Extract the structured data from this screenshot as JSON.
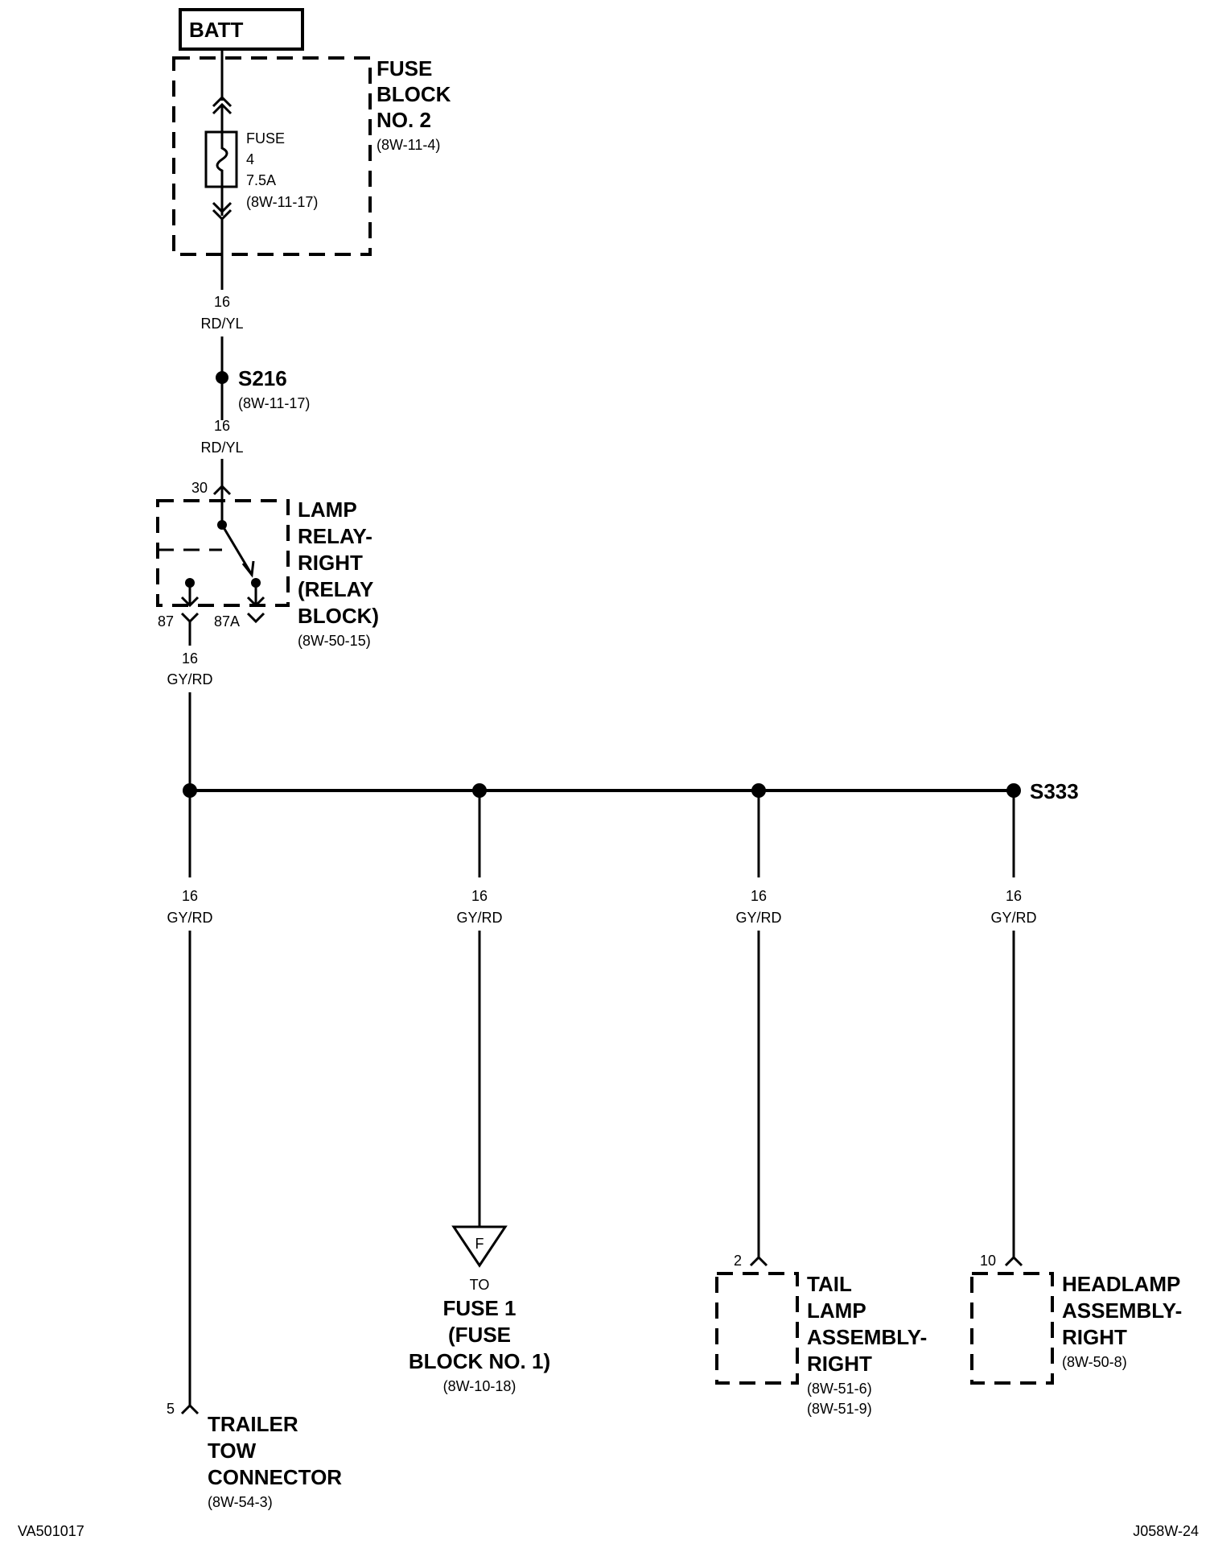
{
  "batt": {
    "label": "BATT"
  },
  "fuse_block": {
    "line1": "FUSE",
    "line2": "BLOCK",
    "line3": "NO. 2",
    "ref": "(8W-11-4)"
  },
  "fuse": {
    "line1": "FUSE",
    "line2": "4",
    "line3": "7.5A",
    "ref": "(8W-11-17)"
  },
  "wire_rd_yl_1": {
    "gauge": "16",
    "color": "RD/YL"
  },
  "splice_s216": {
    "label": "S216",
    "ref": "(8W-11-17)"
  },
  "wire_rd_yl_2": {
    "gauge": "16",
    "color": "RD/YL"
  },
  "relay": {
    "pin_30": "30",
    "pin_87": "87",
    "pin_87a": "87A",
    "line1": "LAMP",
    "line2": "RELAY-",
    "line3": "RIGHT",
    "line4": "(RELAY",
    "line5": "BLOCK)",
    "ref": "(8W-50-15)"
  },
  "wire_gy_rd_main": {
    "gauge": "16",
    "color": "GY/RD"
  },
  "splice_s333": {
    "label": "S333"
  },
  "branches": [
    {
      "gauge": "16",
      "color": "GY/RD"
    },
    {
      "gauge": "16",
      "color": "GY/RD"
    },
    {
      "gauge": "16",
      "color": "GY/RD"
    },
    {
      "gauge": "16",
      "color": "GY/RD"
    }
  ],
  "trailer": {
    "pin": "5",
    "line1": "TRAILER",
    "line2": "TOW",
    "line3": "CONNECTOR",
    "ref": "(8W-54-3)"
  },
  "fuse1": {
    "connector": "F",
    "to": "TO",
    "line1": "FUSE 1",
    "line2": "(FUSE",
    "line3": "BLOCK NO. 1)",
    "ref": "(8W-10-18)"
  },
  "tail_lamp": {
    "pin": "2",
    "line1": "TAIL",
    "line2": "LAMP",
    "line3": "ASSEMBLY-",
    "line4": "RIGHT",
    "ref1": "(8W-51-6)",
    "ref2": "(8W-51-9)"
  },
  "headlamp": {
    "pin": "10",
    "line1": "HEADLAMP",
    "line2": "ASSEMBLY-",
    "line3": "RIGHT",
    "ref": "(8W-50-8)"
  },
  "footer": {
    "left": "VA501017",
    "right": "J058W-24"
  }
}
